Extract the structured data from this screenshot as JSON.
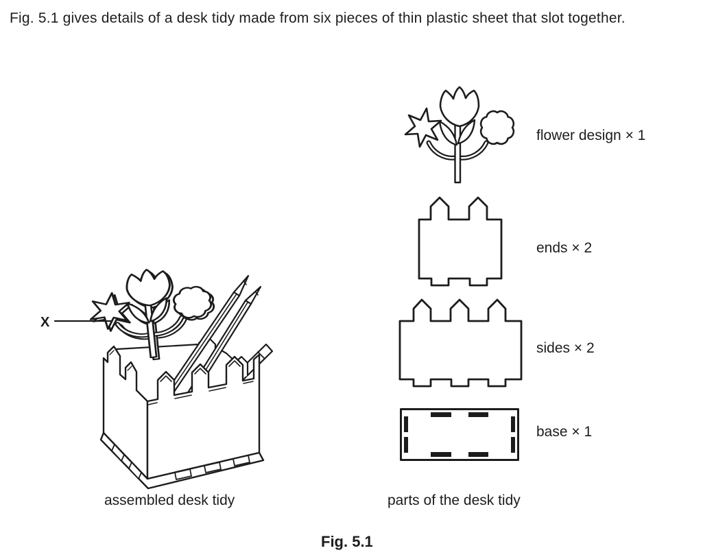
{
  "intro_text": "Fig. 5.1 gives details of a desk tidy made from six pieces of thin plastic sheet that slot together.",
  "figure": {
    "caption": "Fig. 5.1",
    "assembled": {
      "label": "assembled desk tidy",
      "x_marker": "X"
    },
    "parts_panel": {
      "label": "parts of the desk tidy",
      "parts": [
        {
          "name": "flower-design",
          "quantity": 1,
          "label": "flower design × 1"
        },
        {
          "name": "ends",
          "quantity": 2,
          "label": "ends × 2"
        },
        {
          "name": "sides",
          "quantity": 2,
          "label": "sides × 2"
        },
        {
          "name": "base",
          "quantity": 1,
          "label": "base × 1"
        }
      ]
    }
  },
  "colors": {
    "line": "#1c1c1c",
    "text": "#1d1d1d",
    "background": "#ffffff"
  }
}
